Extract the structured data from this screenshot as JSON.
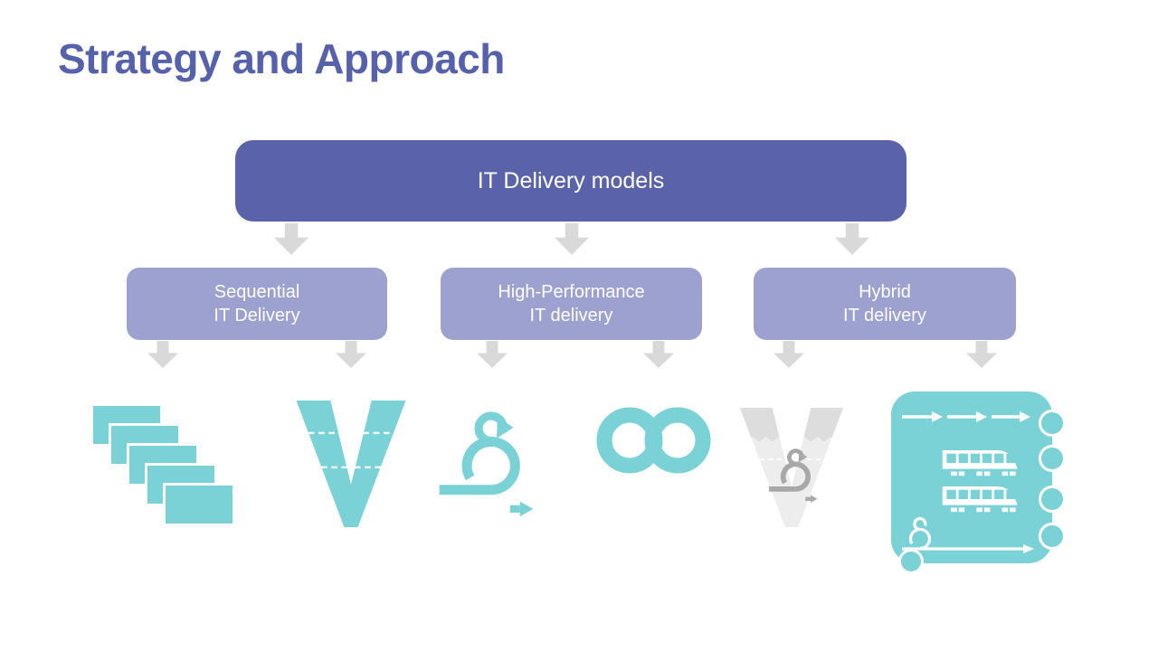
{
  "slide": {
    "title": "Strategy and Approach"
  },
  "colors": {
    "title": "#5661AC",
    "root_box": "#5A63A9",
    "child_box": "#9DA1CF",
    "box_text": "#FFFFFF",
    "arrow": "#D9D9D9",
    "teal": "#7BD2D6",
    "hybrid_v": "#EDEDED",
    "hybrid_v_tip": "#DDDDDD",
    "hybrid_scrum": "#A8A8A8"
  },
  "diagram": {
    "root": {
      "label": "IT Delivery models"
    },
    "children": [
      {
        "line1": "Sequential",
        "line2": "IT Delivery",
        "icons": [
          {
            "name": "waterfall-icon"
          },
          {
            "name": "v-model-icon"
          }
        ]
      },
      {
        "line1": "High-Performance",
        "line2": "IT delivery",
        "icons": [
          {
            "name": "scrum-sprint-icon"
          },
          {
            "name": "devops-infinity-icon"
          }
        ]
      },
      {
        "line1": "Hybrid",
        "line2": "IT delivery",
        "icons": [
          {
            "name": "hybrid-v-scrum-icon"
          },
          {
            "name": "safe-release-train-icon"
          }
        ]
      }
    ]
  }
}
